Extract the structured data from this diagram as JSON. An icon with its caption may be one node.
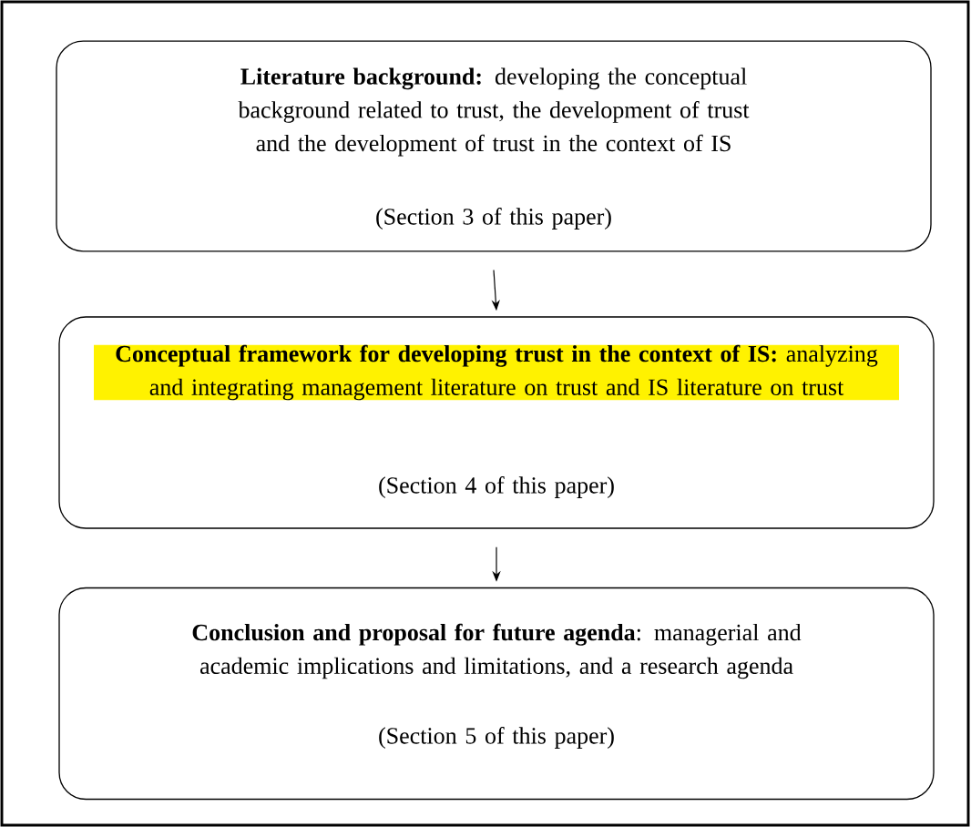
{
  "diagram": {
    "nodes": [
      {
        "text": [
          "**Literature background:** developing the conceptual background related to trust, the development of trust and the development of trust in the context of IS",
          "(Section 3 of this paper)"
        ]
      },
      {
        "text": [
          "**Conceptual framework for developing trust in the context of IS:** analyzing and integrating management literature on trust and IS literature on trust",
          "(Section 4 of this paper)"
        ]
      },
      {
        "text": [
          "**Conclusion and proposal for future agenda**: managerial and academic implications and limitations, and a research agenda",
          "(Section 5 of this paper)"
        ]
      }
    ],
    "edges": [
      {
        "from": 0,
        "to": 1,
        "arrow": "to"
      },
      {
        "from": 1,
        "to": 2,
        "arrow": "to"
      }
    ]
  }
}
